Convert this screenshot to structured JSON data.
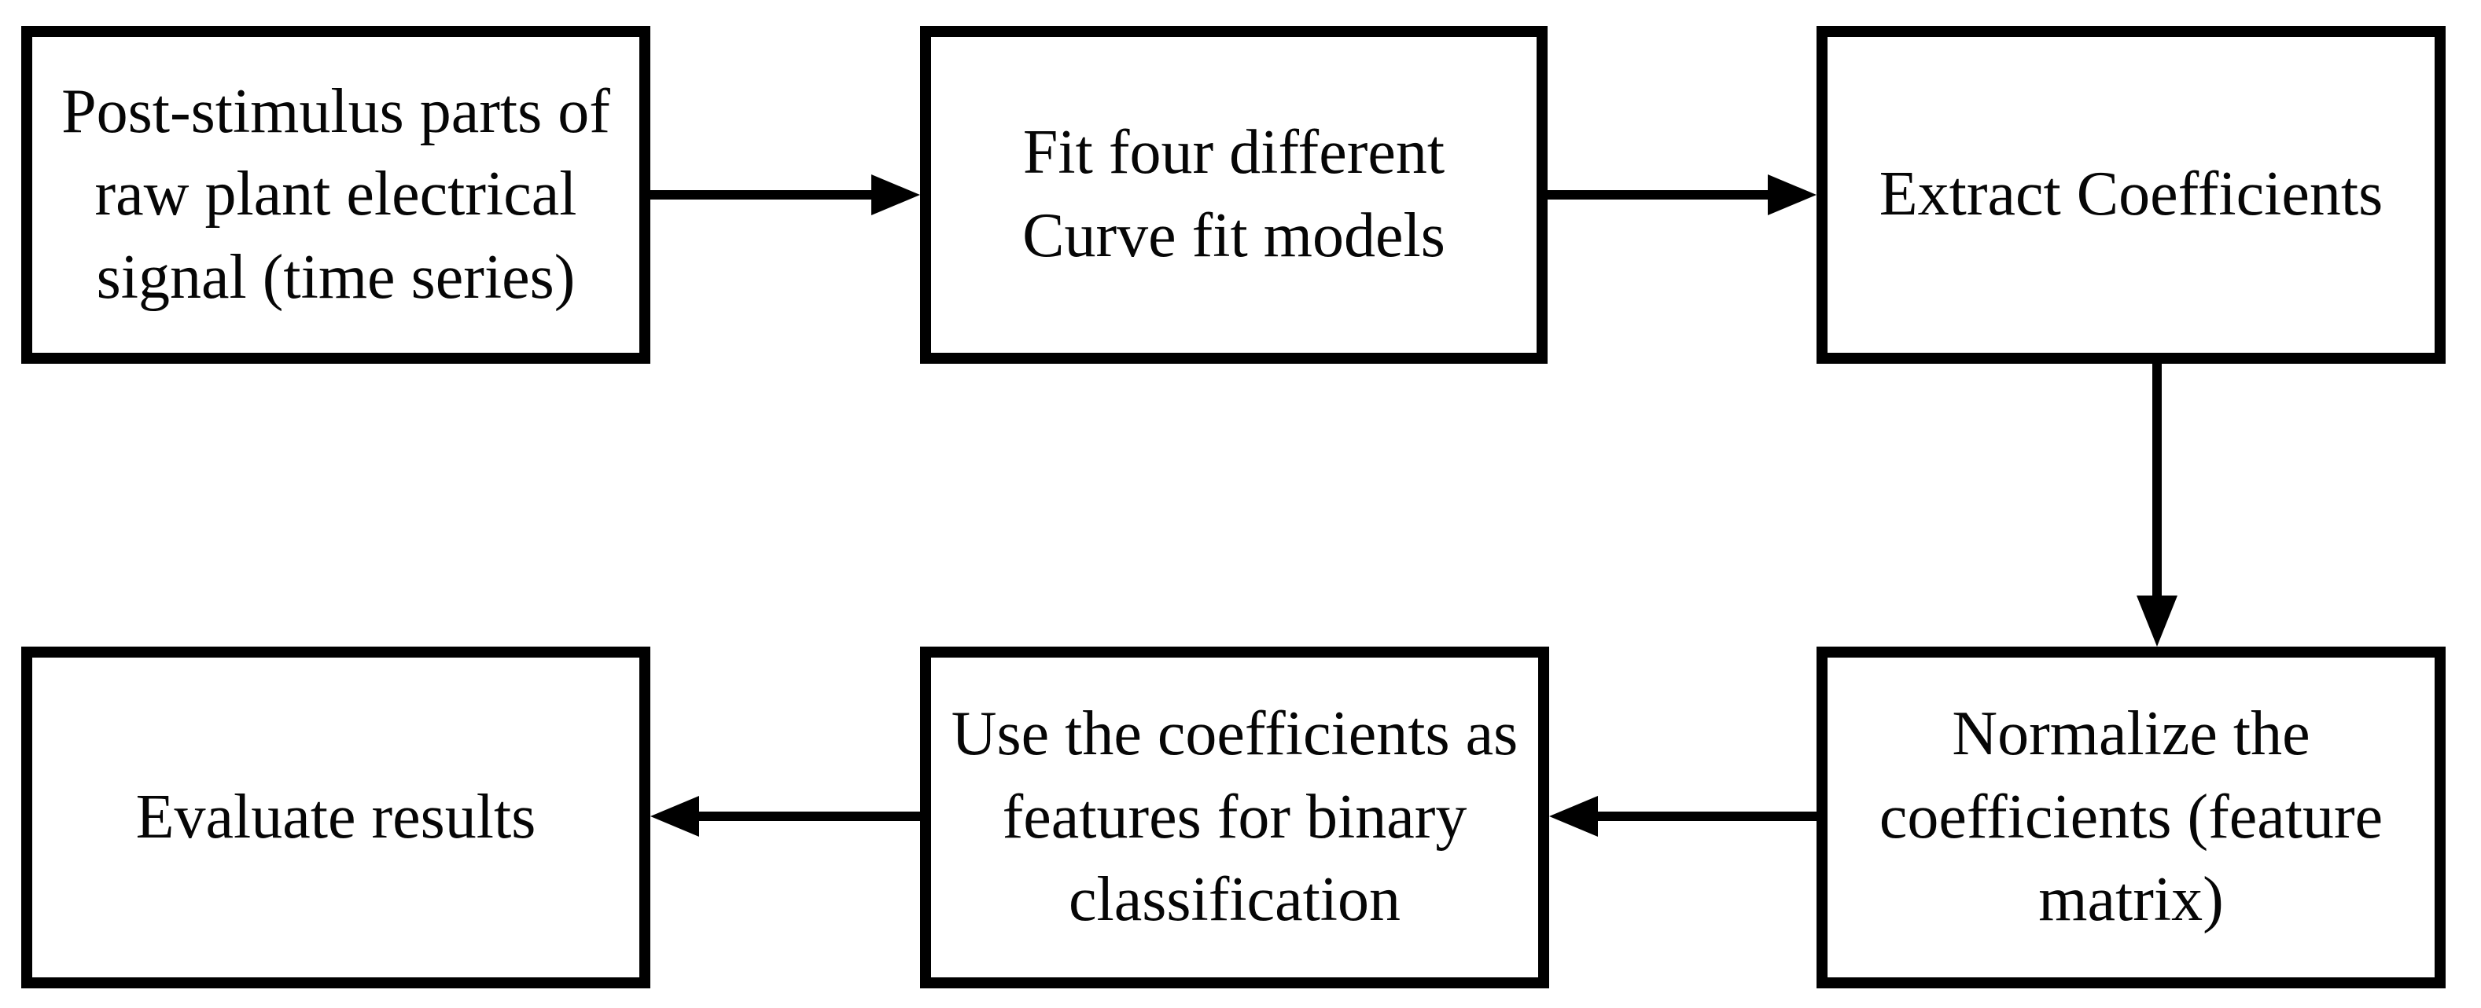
{
  "figure": {
    "type": "flowchart",
    "colors": {
      "background": "#ffffff",
      "line": "#000000",
      "text": "#060606"
    },
    "boxes": [
      {
        "id": "post-stimulus-signal",
        "label": "Post-stimulus parts of\nraw plant electrical\nsignal (time series)"
      },
      {
        "id": "fit-curve-models",
        "label": "Fit four different\nCurve fit models"
      },
      {
        "id": "extract-coefficients",
        "label": "Extract Coefficients"
      },
      {
        "id": "normalize-coefficients",
        "label": "Normalize the\ncoefficients (feature\nmatrix)"
      },
      {
        "id": "binary-classification",
        "label": "Use the coefficients as\nfeatures for binary\nclassification"
      },
      {
        "id": "evaluate-results",
        "label": "Evaluate results"
      }
    ],
    "arrows": [
      {
        "from": "post-stimulus-signal",
        "to": "fit-curve-models",
        "direction": "right"
      },
      {
        "from": "fit-curve-models",
        "to": "extract-coefficients",
        "direction": "right"
      },
      {
        "from": "extract-coefficients",
        "to": "normalize-coefficients",
        "direction": "down"
      },
      {
        "from": "normalize-coefficients",
        "to": "binary-classification",
        "direction": "left"
      },
      {
        "from": "binary-classification",
        "to": "evaluate-results",
        "direction": "left"
      }
    ]
  }
}
